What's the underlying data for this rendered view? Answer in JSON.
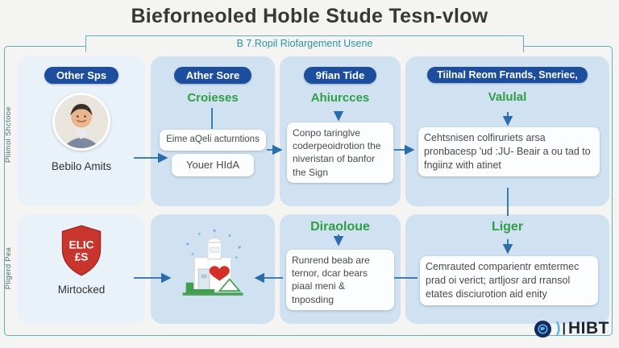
{
  "title": "Bieforneoled Hoble Stude Tesn-vlow",
  "subtitle": "B 7.Ropil Riofargement Usene",
  "side_labels": {
    "top": "Pliimol Shctooe",
    "bottom": "Pligerd Pea"
  },
  "columns": [
    {
      "header": "Other Sps"
    },
    {
      "header": "Ather Sore",
      "subheader": "Croieses"
    },
    {
      "header": "9fian Tide",
      "subheader": "Ahiurcces"
    },
    {
      "header": "Tiilnal Reom Frands, Sneriec,",
      "subheader": "Valulal"
    }
  ],
  "row1": {
    "profile_name": "Bebilo Amits",
    "col2_box1": "Eime aQeli acturntions",
    "col2_box2": "Youer HIdA",
    "col3_box": "Conpo taringlve coderpeoidrotion the niveristan of banfor the Sign",
    "col4_box": "Cehtsnisen colfiruriets arsa pronbacesp 'ud :JU- Beair a ou tad to fngiinz with atinet"
  },
  "row2": {
    "shield_line1": "ELIC",
    "shield_line2": "£S",
    "shield_caption": "Mirtocked",
    "illustration": "clinic-building-with-heart",
    "col3_label": "Diraoloue",
    "col3_box": "Runrend beab are ternor, dcar bears piaal meni & tnposding",
    "col4_label": "Liger",
    "col4_box": "Cemrauted comparientr emtermec prad oi verict; artljosr ard rransol etates disciurotion aid enity"
  },
  "logo": {
    "text": "HIBT",
    "icon": "globe-circle-icon"
  },
  "colors": {
    "pill_navy": "#1d4e9e",
    "accent_green": "#2f9e44",
    "teal_border": "#5fb0ba",
    "teal_text": "#2c93a8",
    "arrow_blue": "#2b6cab",
    "cell_blue": "#d0e2f2",
    "cell_light": "#e9f1f9",
    "shield_red": "#c8352c",
    "logo_navy": "#152a5e"
  }
}
